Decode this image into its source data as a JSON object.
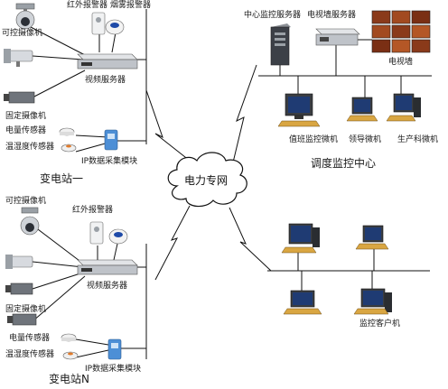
{
  "substation_1": {
    "title": "变电站一",
    "ptz_camera": "可控摄像机",
    "infrared_alarm": "红外报警器",
    "smoke_alarm": "烟雾报警器",
    "video_server": "视频服务器",
    "fixed_camera": "固定摄像机",
    "power_sensor": "电量传感器",
    "temp_humidity_sensor": "温湿度传感器",
    "ip_module": "IP数据采集模块"
  },
  "substation_n": {
    "title": "变电站N",
    "ptz_camera": "可控摄像机",
    "infrared_alarm": "红外报警器",
    "video_server": "视频服务器",
    "fixed_camera": "固定摄像机",
    "power_sensor": "电量传感器",
    "temp_humidity_sensor": "温湿度传感器",
    "ip_module": "IP数据采集模块"
  },
  "network": {
    "label": "电力专网"
  },
  "dispatch_center": {
    "title": "调度监控中心",
    "central_server": "中心监控服务器",
    "tv_wall_server": "电视墙服务器",
    "tv_wall": "电视墙",
    "duty_pc": "值班监控微机",
    "leader_pc": "领导微机",
    "production_pc": "生产科微机"
  },
  "client_site": {
    "client_pc": "监控客户机"
  },
  "colors": {
    "line": "#111111",
    "device_body": "#c9ccd1",
    "screen": "#1f3b73",
    "tv_screen": "#8a3a1a"
  }
}
